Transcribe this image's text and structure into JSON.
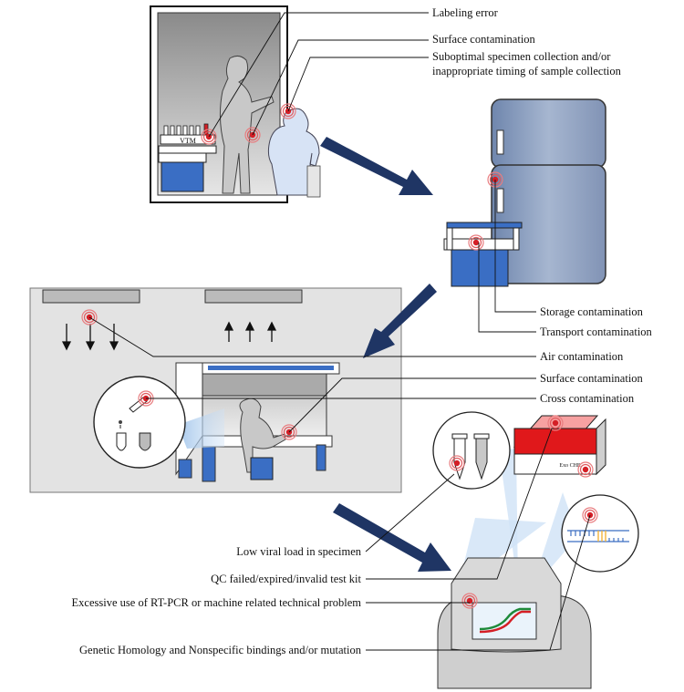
{
  "labels": {
    "labeling_error": "Labeling error",
    "surface_contamination_1": "Surface contamination",
    "suboptimal_collection_line1": "Suboptimal specimen collection and/or",
    "suboptimal_collection_line2": "inappropriate timing of sample collection",
    "storage_contamination": "Storage contamination",
    "transport_contamination": "Transport contamination",
    "air_contamination": "Air contamination",
    "surface_contamination_2": "Surface contamination",
    "cross_contamination": "Cross contamination",
    "low_viral_load": "Low viral load in specimen",
    "qc_failed": "QC failed/expired/invalid test kit",
    "excessive_rtpcr": "Excessive use of RT-PCR or machine related technical problem",
    "genetic_homology": "Genetic Homology and Nonspecific bindings and/or mutation"
  },
  "item_text": {
    "vtm": "VTM",
    "kit_label": "Exo CHE"
  },
  "colors": {
    "flow_arrow": "#1f3564",
    "hotspot": "#d41f26",
    "lab_blue": "#3a6ec4",
    "room_grey": "#e3e3e3",
    "figure_grey": "#c8c8c8",
    "fridge_blue": "#8da0c0",
    "kit_red": "#e0181b"
  },
  "icons": [
    "hazard-hotspot-icon",
    "flow-arrow-icon",
    "airflow-arrow-icon",
    "magnifier-callout-icon"
  ]
}
